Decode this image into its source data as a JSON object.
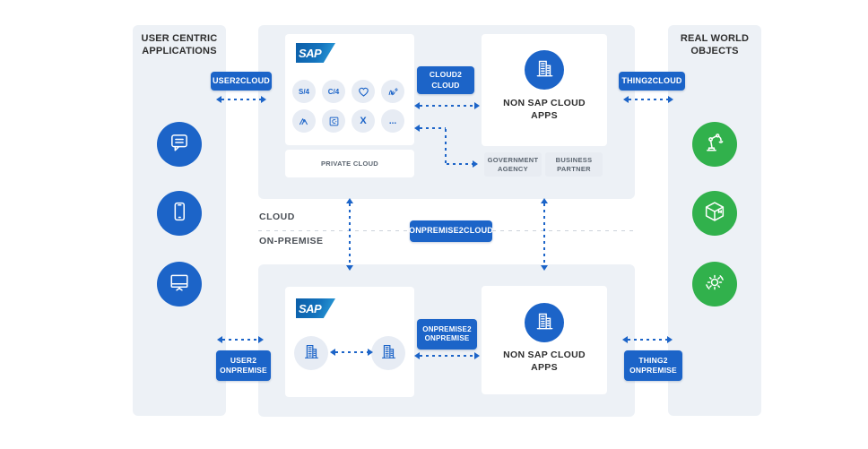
{
  "colors": {
    "accent_blue": "#1c64c8",
    "green": "#31b14c",
    "panel_bg": "#edf1f6",
    "sap_blue": "#1473bd"
  },
  "left_panel": {
    "title": "USER CENTRIC APPLICATIONS",
    "icons": [
      "chat",
      "smartphone",
      "monitor"
    ]
  },
  "right_panel": {
    "title": "REAL WORLD OBJECTS",
    "icons": [
      "robot-arm",
      "package",
      "gear"
    ]
  },
  "divider": {
    "cloud_label": "CLOUD",
    "onpremise_label": "ON-PREMISE"
  },
  "badges": {
    "user2cloud": {
      "label": "USER2CLOUD"
    },
    "cloud2cloud": {
      "line1": "CLOUD2",
      "line2": "CLOUD"
    },
    "thing2cloud": {
      "label": "THING2CLOUD"
    },
    "onpremise2cloud": {
      "label": "ONPREMISE2CLOUD"
    },
    "onpremise2onpremise": {
      "line1": "ONPREMISE2",
      "line2": "ONPREMISE"
    },
    "user2onpremise": {
      "line1": "USER2",
      "line2": "ONPREMISE"
    },
    "thing2onpremise": {
      "line1": "THING2",
      "line2": "ONPREMISE"
    }
  },
  "cloud_section": {
    "sap_box": {
      "logo": "SAP",
      "products": [
        {
          "label": "S/4"
        },
        {
          "label": "C/4"
        },
        {
          "icon": "heart"
        },
        {
          "icon": "signature"
        },
        {
          "icon": "mountains"
        },
        {
          "icon": "concur"
        },
        {
          "label": "X"
        },
        {
          "label": "..."
        }
      ],
      "private_cloud_label": "PRIVATE CLOUD"
    },
    "non_sap_box": {
      "label": "NON SAP CLOUD APPS",
      "icon": "buildings"
    },
    "partners": [
      "GOVERNMENT AGENCY",
      "BUSINESS PARTNER"
    ]
  },
  "onpremise_section": {
    "sap_box": {
      "logo": "SAP",
      "icons": [
        "buildings",
        "buildings"
      ]
    },
    "non_sap_box": {
      "label": "NON SAP CLOUD APPS",
      "icon": "buildings"
    }
  }
}
